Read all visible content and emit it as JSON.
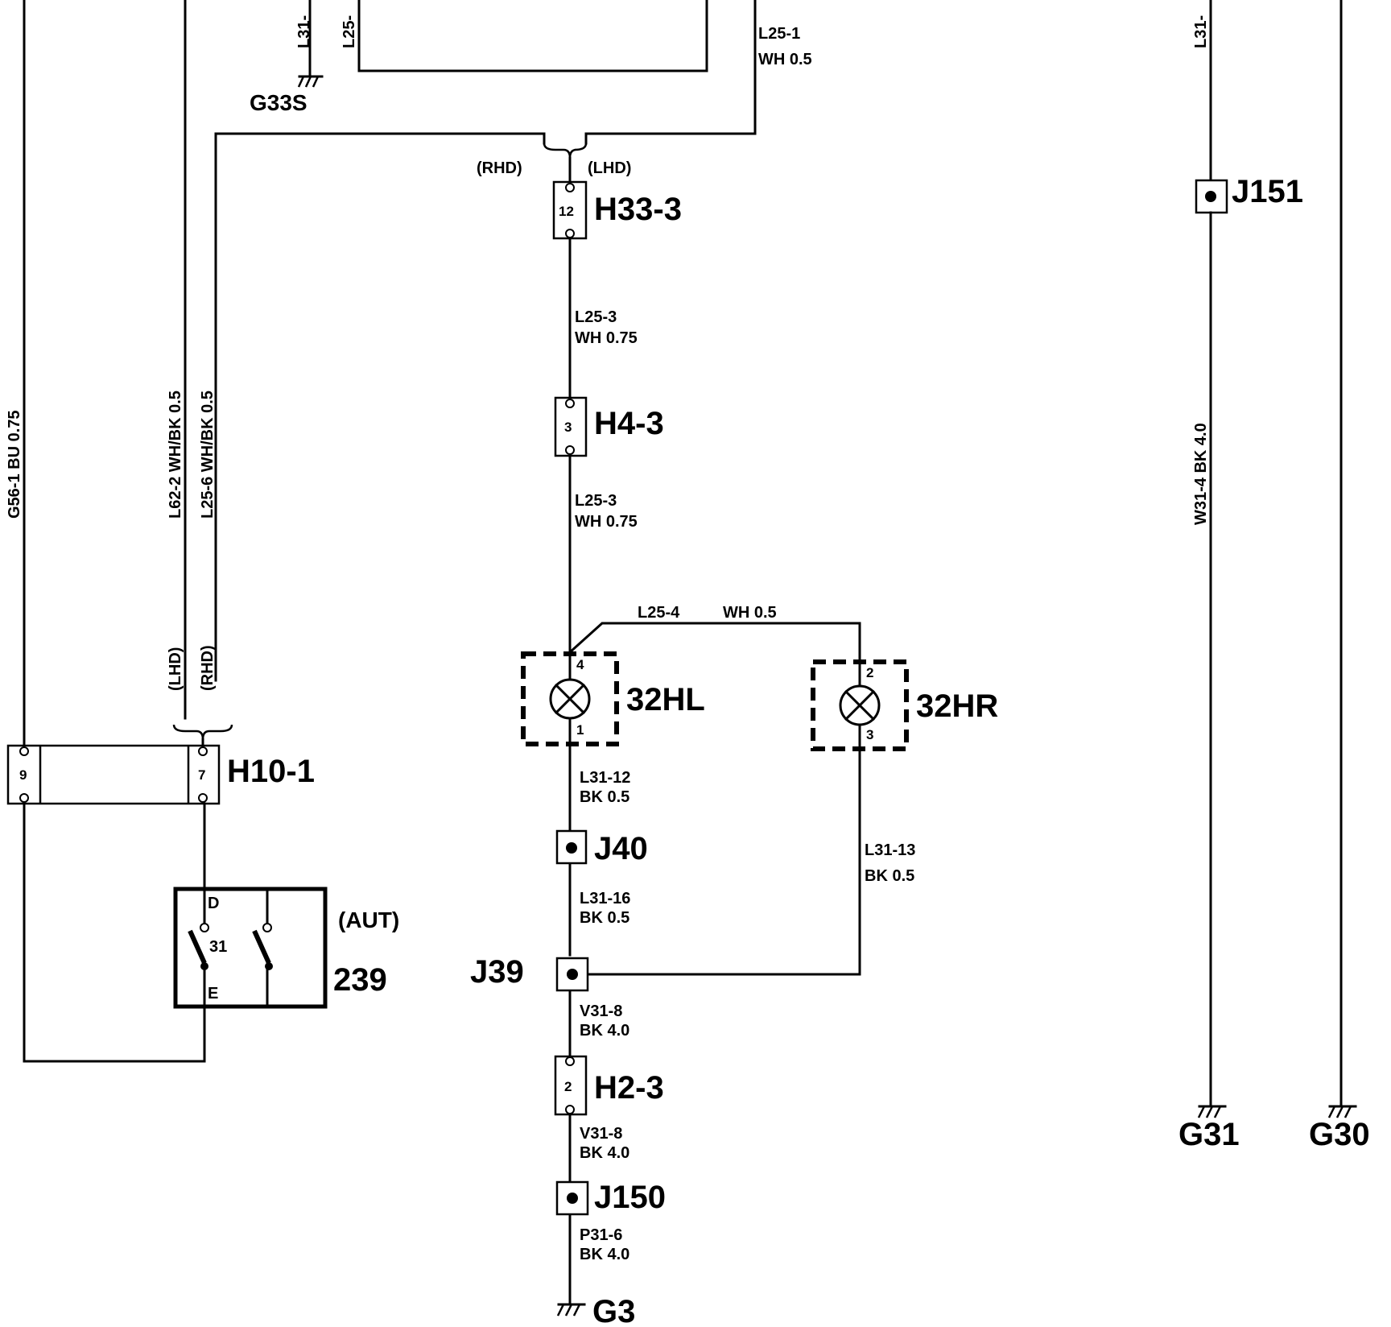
{
  "components": {
    "h33_3": "H33-3",
    "h4_3": "H4-3",
    "h10_1": "H10-1",
    "h2_3": "H2-3",
    "lamp_left": "32HL",
    "lamp_right": "32HR",
    "switch": "239",
    "switch_variant": "(AUT)",
    "j40": "J40",
    "j39": "J39",
    "j150": "J150",
    "j151": "J151"
  },
  "grounds": {
    "g33s": "G33S",
    "g31": "G31",
    "g30": "G30",
    "g3": "G3"
  },
  "pins": {
    "h33_3": "12",
    "h4_3": "3",
    "h10_1_left": "9",
    "h10_1_right": "7",
    "h2_3": "2",
    "hl_top": "4",
    "hl_bottom": "1",
    "hr_top": "2",
    "hr_bottom": "3",
    "sw_d": "D",
    "sw_31": "31",
    "sw_e": "E"
  },
  "variants": {
    "rhd": "(RHD)",
    "lhd": "(LHD)"
  },
  "wires": {
    "top_l31": "L31-",
    "top_l25": "L25-",
    "top_right_l31": "L31-",
    "l25_1_id": "L25-1",
    "l25_1_spec": "WH 0.5",
    "l25_3a_id": "L25-3",
    "l25_3a_spec": "WH 0.75",
    "l25_3b_id": "L25-3",
    "l25_3b_spec": "WH 0.75",
    "l25_4_id": "L25-4",
    "l25_4_spec": "WH 0.5",
    "l31_12_id": "L31-12",
    "l31_12_spec": "BK 0.5",
    "l31_16_id": "L31-16",
    "l31_16_spec": "BK 0.5",
    "l31_13_id": "L31-13",
    "l31_13_spec": "BK 0.5",
    "v31_8a_id": "V31-8",
    "v31_8a_spec": "BK 4.0",
    "v31_8b_id": "V31-8",
    "v31_8b_spec": "BK 4.0",
    "p31_6_id": "P31-6",
    "p31_6_spec": "BK 4.0",
    "g56_1": "G56-1  BU 0.75",
    "l62_2": "L62-2  WH/BK 0.5",
    "l25_6": "L25-6  WH/BK 0.5",
    "w31_4": "W31-4  BK 4.0"
  }
}
